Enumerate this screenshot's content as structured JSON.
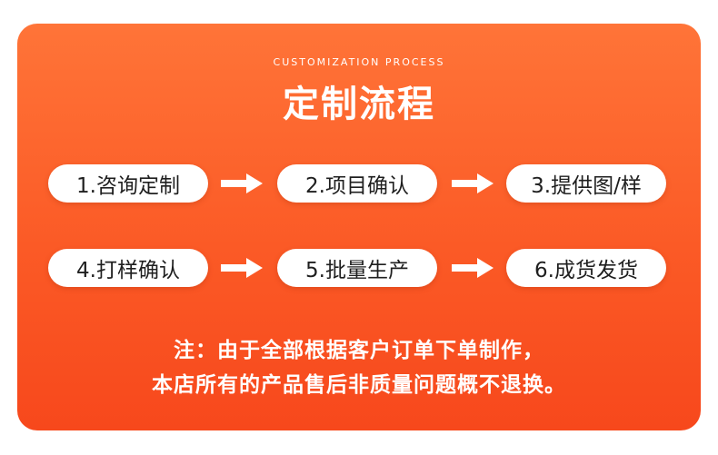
{
  "header": {
    "subtitle": "CUSTOMIZATION PROCESS",
    "title": "定制流程"
  },
  "steps": [
    {
      "label": "1.咨询定制"
    },
    {
      "label": "2.项目确认"
    },
    {
      "label": "3.提供图/样"
    },
    {
      "label": "4.打样确认"
    },
    {
      "label": "5.批量生产"
    },
    {
      "label": "6.成货发货"
    }
  ],
  "note": {
    "line1": "注：由于全部根据客户订单下单制作，",
    "line2": "本店所有的产品售后非质量问题概不退换。"
  },
  "colors": {
    "accent": "#f7481c",
    "card_top": "#ff7438",
    "pill_bg": "#ffffff",
    "pill_text": "#1f1f1f",
    "arrow": "#ffffff"
  },
  "icons": {
    "arrow": "arrow-right-icon"
  }
}
